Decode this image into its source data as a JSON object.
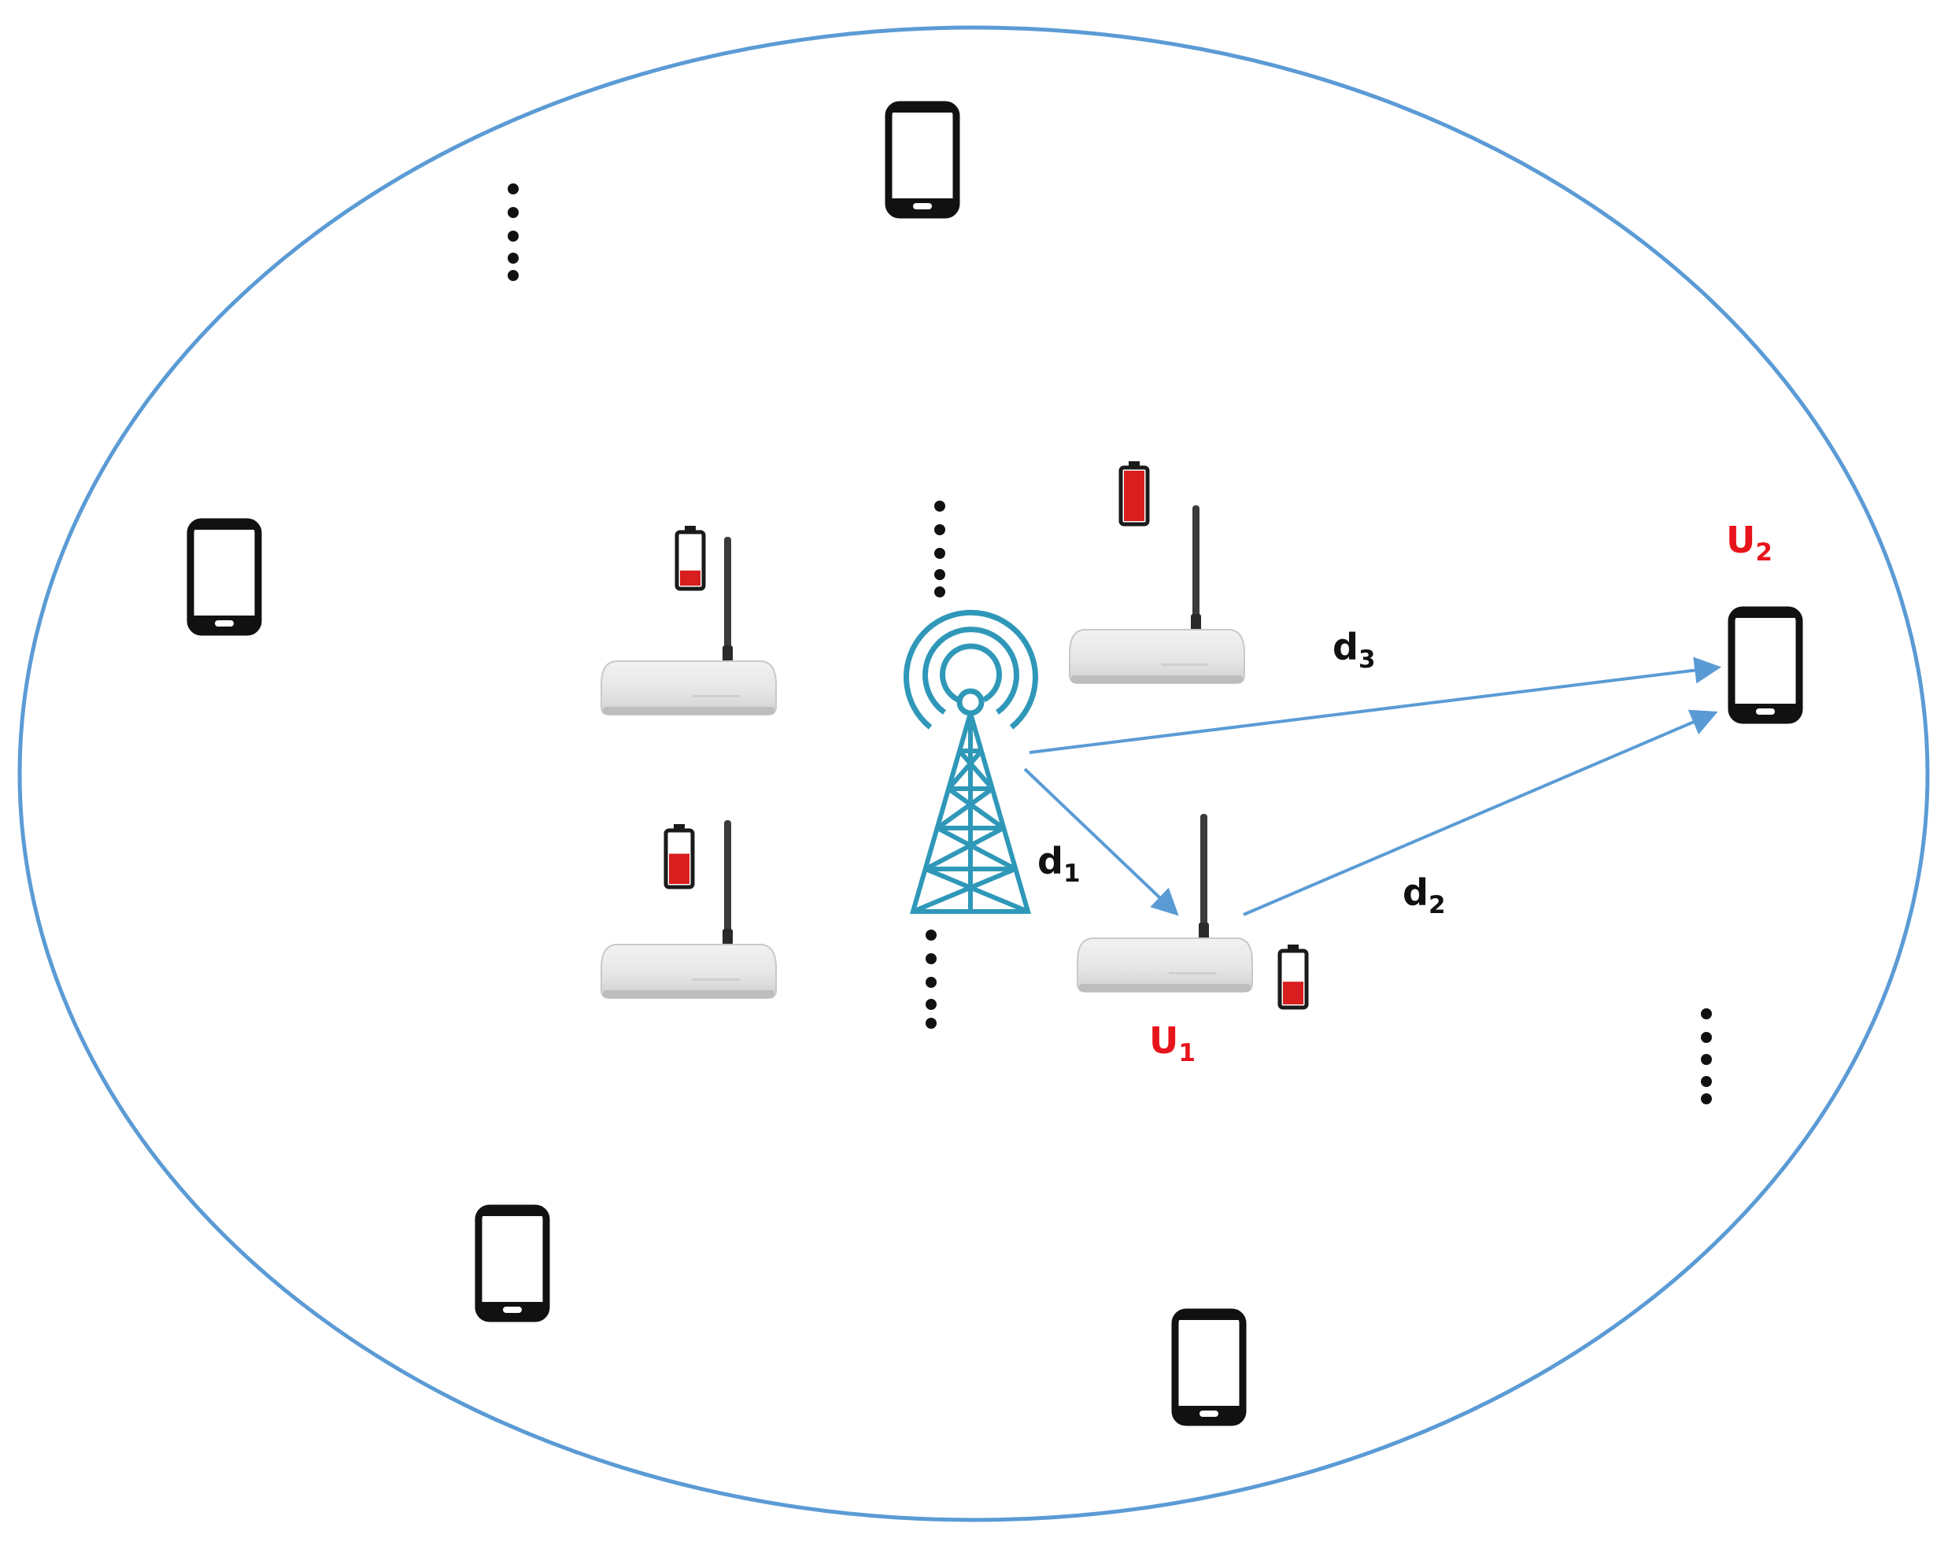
{
  "labels": {
    "u1": {
      "main": "U",
      "sub": "1"
    },
    "u2": {
      "main": "U",
      "sub": "2"
    },
    "d1": {
      "main": "d",
      "sub": "1"
    },
    "d2": {
      "main": "d",
      "sub": "2"
    },
    "d3": {
      "main": "d",
      "sub": "3"
    }
  },
  "battery_levels": {
    "router_upper_left": 0.3,
    "router_lower_left": 0.6,
    "router_upper_right": 1.0,
    "router_u1": 0.45
  },
  "colors": {
    "cell_boundary": "#5b9bd5",
    "link_arrow": "#5b9bd5",
    "tower": "#2f98b9",
    "user_label": "#e8141b",
    "distance_label": "#111111",
    "battery_fill": "#d81e1e",
    "phone": "#111111",
    "router_body": "#e9e9e9"
  },
  "icons": [
    "base-station-tower-icon",
    "wireless-router-icon",
    "smartphone-icon",
    "battery-icon",
    "ellipsis-dots"
  ]
}
